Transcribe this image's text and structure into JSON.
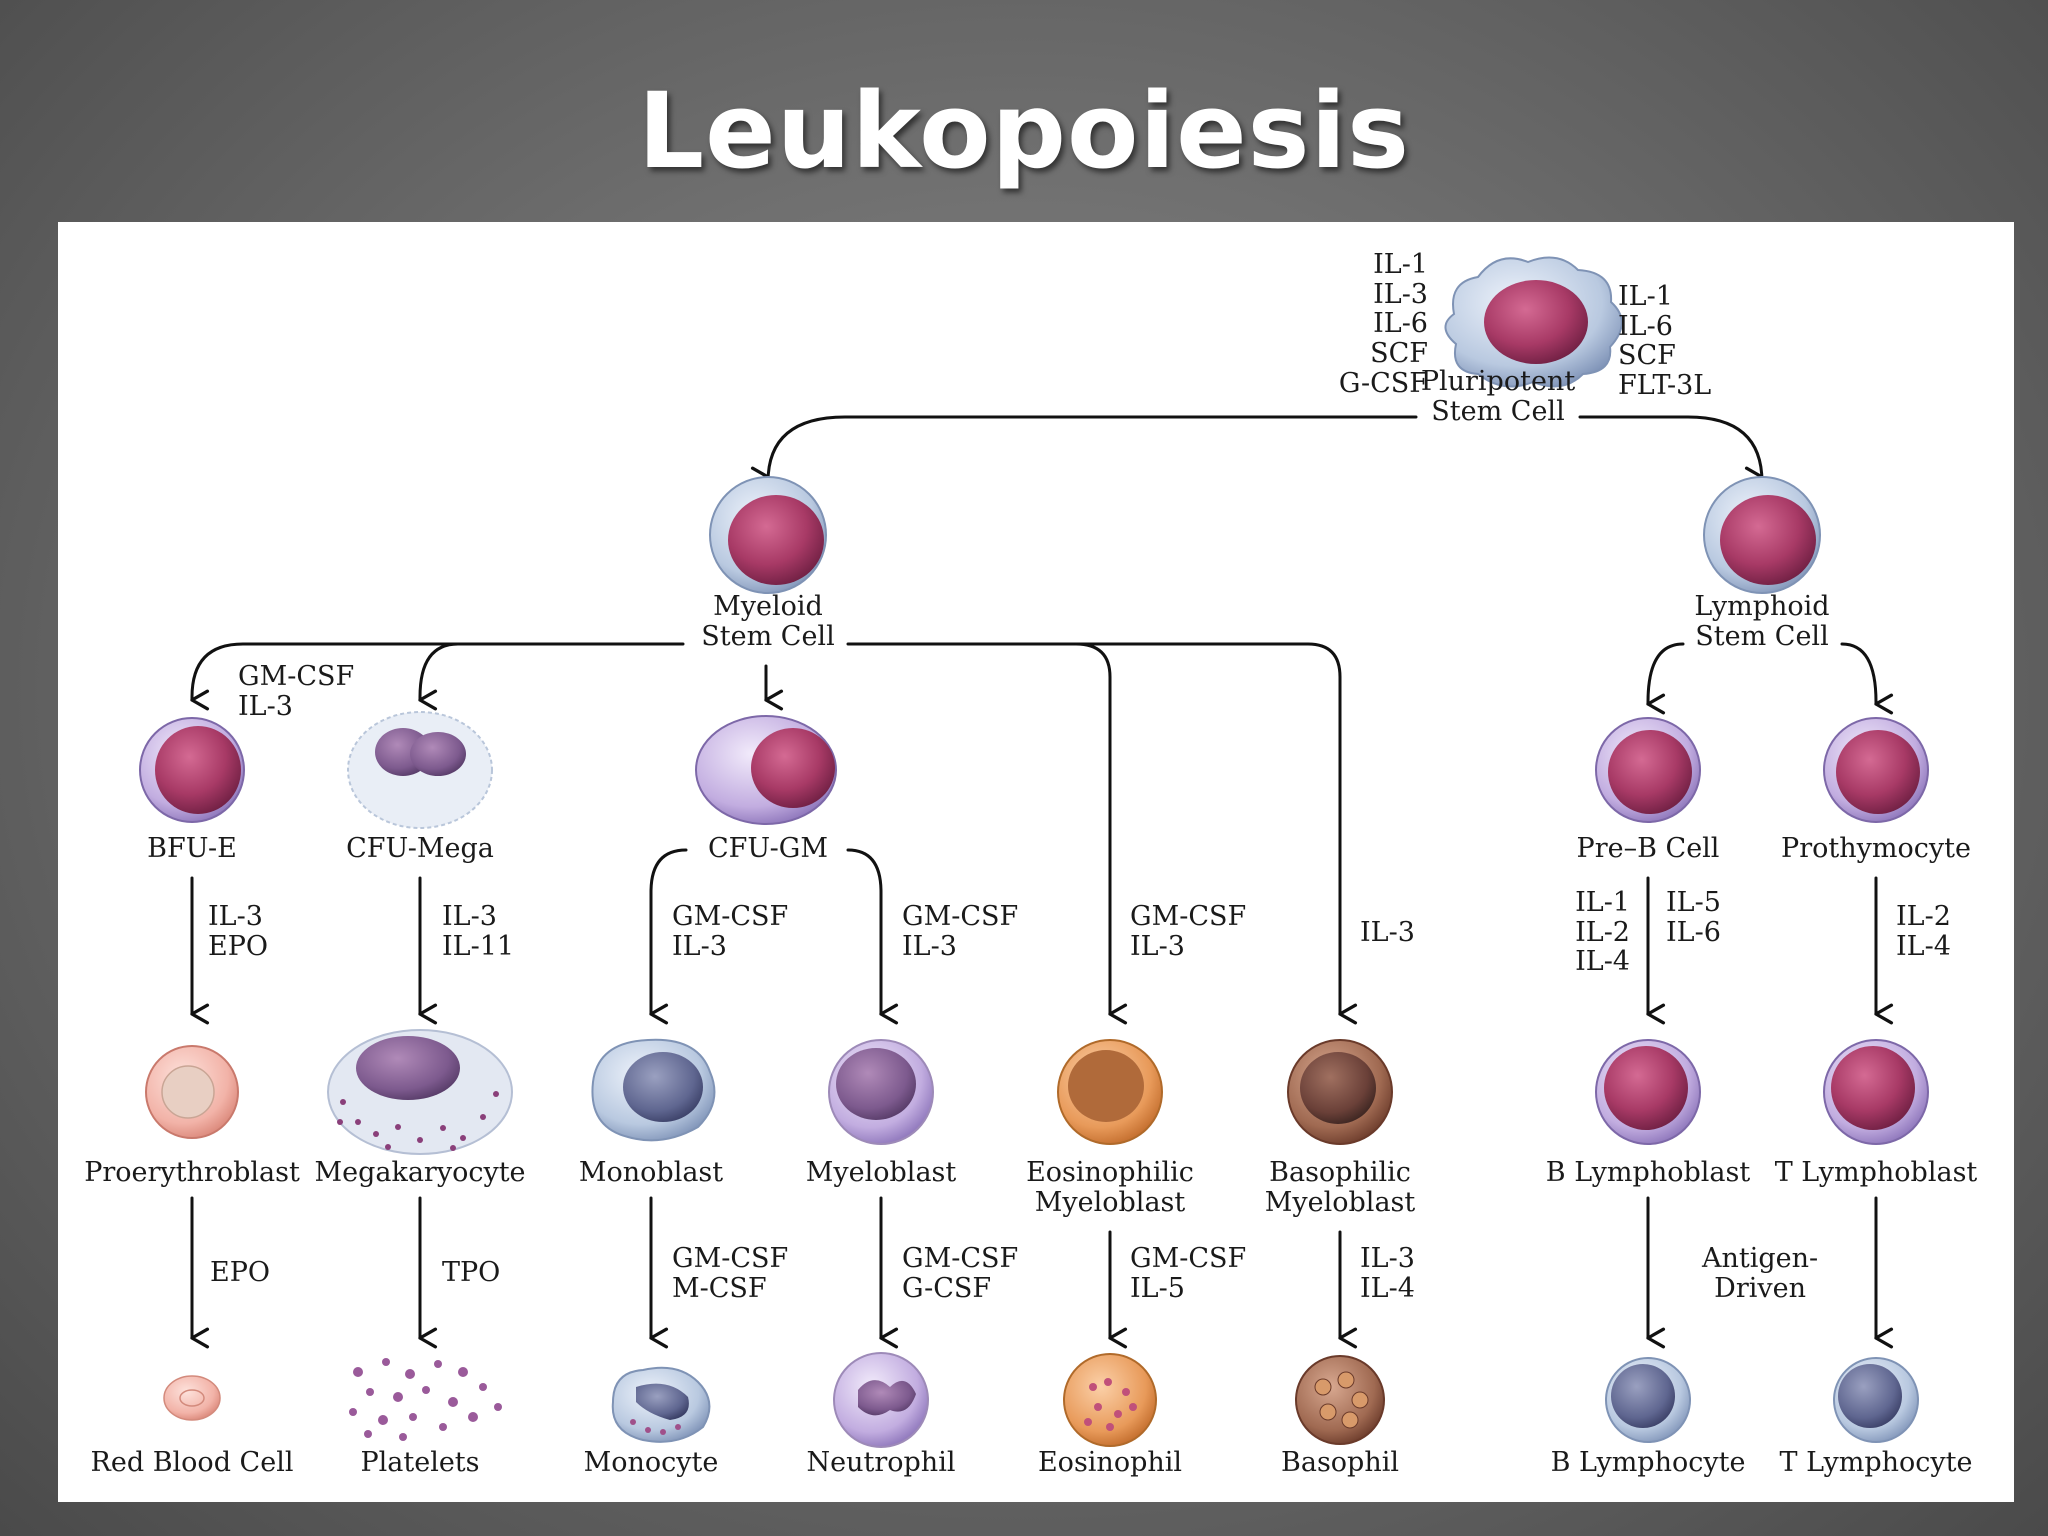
{
  "slide": {
    "title": "Leukopoiesis"
  },
  "cells": {
    "pluripotent": "Pluripotent\nStem Cell",
    "myeloid": "Myeloid\nStem Cell",
    "lymphoid": "Lymphoid\nStem Cell",
    "bfue": "BFU-E",
    "cfumega": "CFU-Mega",
    "cfugm": "CFU-GM",
    "preb": "Pre–B Cell",
    "prothymocyte": "Prothymocyte",
    "proerythroblast": "Proerythroblast",
    "megakaryocyte": "Megakaryocyte",
    "monoblast": "Monoblast",
    "myeloblast": "Myeloblast",
    "eosmyeloblast": "Eosinophilic\nMyeloblast",
    "basomyeloblast": "Basophilic\nMyeloblast",
    "blymphoblast": "B Lymphoblast",
    "tlymphoblast": "T Lymphoblast",
    "rbc": "Red Blood Cell",
    "platelets": "Platelets",
    "monocyte": "Monocyte",
    "neutrophil": "Neutrophil",
    "eosinophil": "Eosinophil",
    "basophil": "Basophil",
    "blymphocyte": "B Lymphocyte",
    "tlymphocyte": "T Lymphocyte"
  },
  "cytokines": {
    "stem_left": "IL-1\nIL-3\nIL-6\nSCF\nG-CSF",
    "stem_right": "IL-1\nIL-6\nSCF\nFLT-3L",
    "myeloid_branch": "GM-CSF\nIL-3",
    "bfue_to_pro": "IL-3\nEPO",
    "mega_to_mk": "IL-3\nIL-11",
    "gm_to_mono": "GM-CSF\nIL-3",
    "gm_to_myelo": "GM-CSF\nIL-3",
    "to_eos": "GM-CSF\nIL-3",
    "to_baso": "IL-3",
    "preb_left": "IL-1\nIL-2\nIL-4",
    "preb_right": "IL-5\nIL-6",
    "prothy": "IL-2\nIL-4",
    "pro_to_rbc": "EPO",
    "mk_to_plt": "TPO",
    "mono_to_monocyte": "GM-CSF\nM-CSF",
    "myelo_to_neut": "GM-CSF\nG-CSF",
    "eos_to_eos": "GM-CSF\nIL-5",
    "baso_to_baso": "IL-3\nIL-4",
    "antigen": "Antigen-\nDriven"
  },
  "colors": {
    "background": "#6e6e6e",
    "panel": "#ffffff",
    "line": "#111111",
    "nucleus": "#a83a66",
    "cytoplasm_blue": "#b9c9e0",
    "cytoplasm_purple": "#c9b6e0",
    "erythroid": "#f2b3a8",
    "eosinophil": "#e89a5a",
    "basophil": "#7a4a3a"
  }
}
